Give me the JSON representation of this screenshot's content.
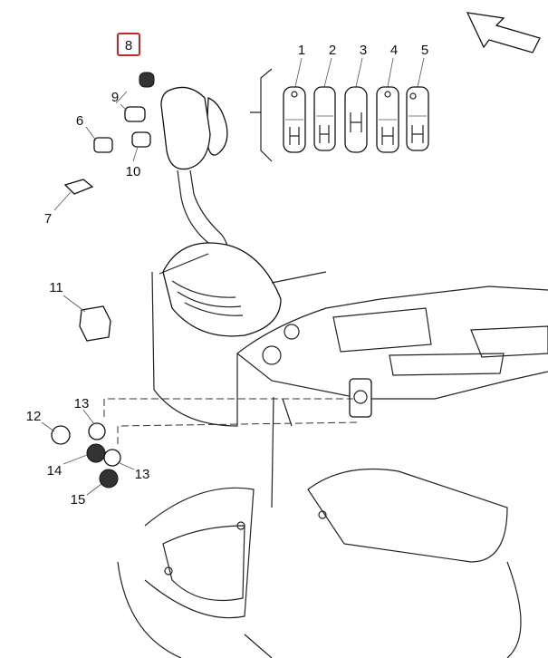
{
  "diagram": {
    "highlight_color": "#c0282d",
    "callouts": {
      "c1": "1",
      "c2": "2",
      "c3": "3",
      "c4": "4",
      "c5": "5",
      "c6": "6",
      "c7": "7",
      "c8": "8",
      "c9": "9",
      "c10": "10",
      "c11": "11",
      "c12": "12",
      "c13a": "13",
      "c13b": "13",
      "c14": "14",
      "c15": "15"
    },
    "icons": [
      "direction-arrow-icon"
    ]
  }
}
